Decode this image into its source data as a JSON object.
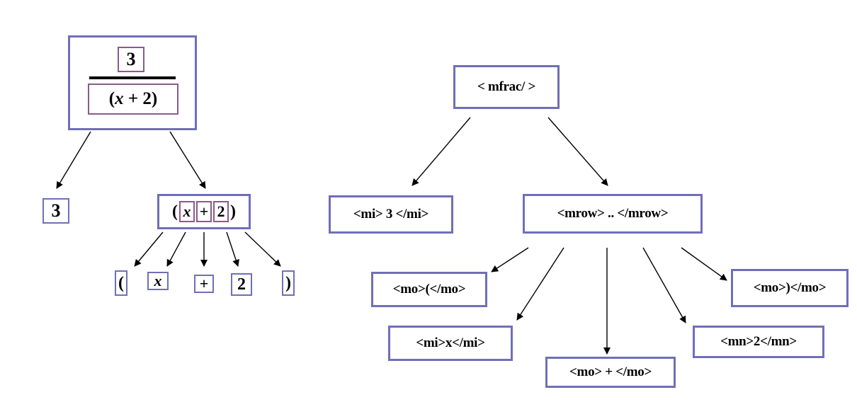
{
  "left_tree": {
    "fraction": {
      "numerator": "3",
      "denominator_open": "(",
      "denominator_var": "x",
      "denominator_op": "+",
      "denominator_num": "2",
      "denominator_close": ")"
    },
    "leaf_3": "3",
    "row_node": {
      "open": "(",
      "var": "x",
      "op": "+",
      "num": "2",
      "close": ")"
    },
    "leaves": [
      "(",
      "x",
      "+",
      "2",
      ")"
    ]
  },
  "right_tree": {
    "root": "< mfrac/ >",
    "mi_3": "<mi> 3 </mi>",
    "mrow": "<mrow> .. </mrow>",
    "mo_open": "<mo>(</mo>",
    "mi_x": "<mi>x</mi>",
    "mo_plus": "<mo> + </mo>",
    "mn_2": "<mn>2</mn>",
    "mo_close": "<mo>)</mo>"
  }
}
